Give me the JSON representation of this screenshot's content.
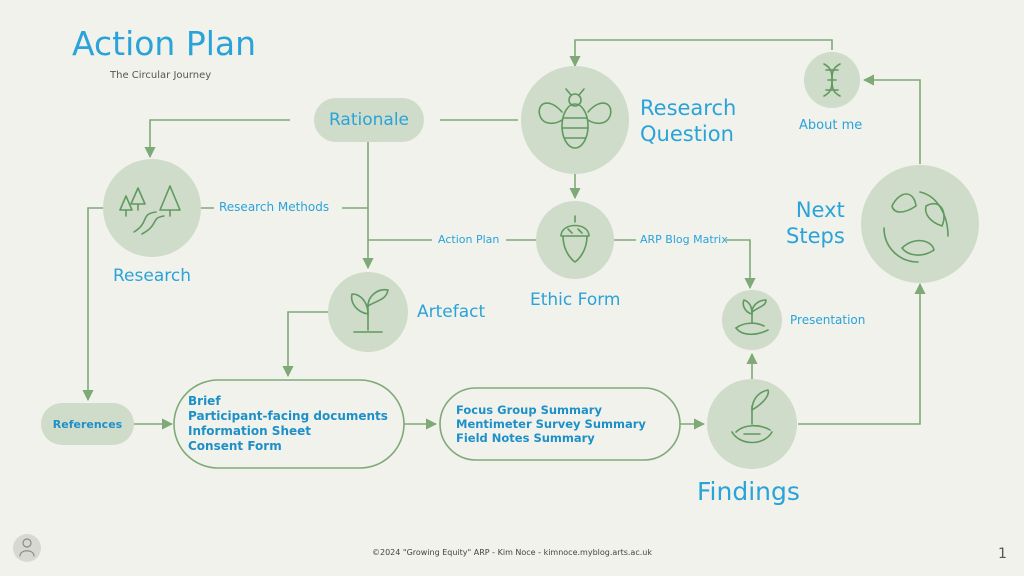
{
  "title": "Action Plan",
  "subtitle": "The Circular Journey",
  "nodes": {
    "rationale": "Rationale",
    "research_question": [
      "Research",
      "Question"
    ],
    "about_me": "About me",
    "research": "Research",
    "ethic_form": "Ethic Form",
    "artefact": "Artefact",
    "next_steps": [
      "Next",
      "Steps"
    ],
    "presentation": "Presentation",
    "references": "References",
    "findings": "Findings"
  },
  "edge_labels": {
    "research_methods": "Research Methods",
    "action_plan": "Action Plan",
    "arp_blog_matrix": "ARP Blog Matrix"
  },
  "box1": [
    "Brief",
    "Participant-facing documents",
    "Information Sheet",
    "Consent Form"
  ],
  "box2": [
    "Focus Group Summary",
    "Mentimeter Survey Summary",
    "Field Notes Summary"
  ],
  "footer": "©2024 \"Growing Equity\" ARP - Kim Noce - kimnoce.myblog.arts.ac.uk",
  "page_number": "1",
  "colors": {
    "line": "#7faa78",
    "node_fill": "#cfdcca",
    "icon": "#5f9a5f",
    "text": "#2aa3d9"
  },
  "icons": [
    "bee-icon",
    "dna-icon",
    "forest-path-icon",
    "acorn-icon",
    "sprout-icon",
    "recycle-leaves-icon",
    "hand-plant-icon",
    "hand-sprout-icon",
    "avatar"
  ]
}
